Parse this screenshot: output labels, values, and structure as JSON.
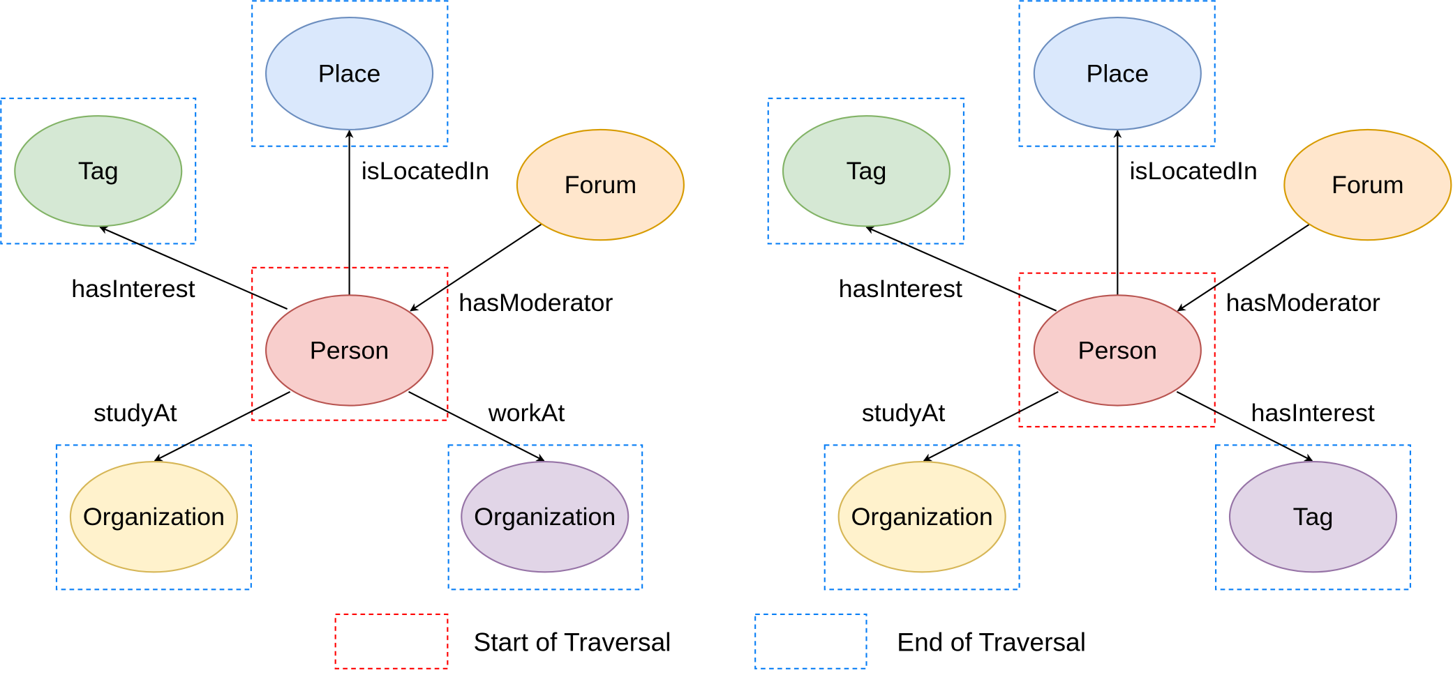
{
  "colors": {
    "start_frame": "#ff0000",
    "end_frame": "#0a7ff5",
    "edge": "#000000",
    "nodes": {
      "place": {
        "fill": "#dae8fc",
        "stroke": "#6c8ebf"
      },
      "tag": {
        "fill": "#d5e8d4",
        "stroke": "#82b366"
      },
      "forum": {
        "fill": "#ffe6cc",
        "stroke": "#d79b00"
      },
      "person": {
        "fill": "#f8cecc",
        "stroke": "#b85450"
      },
      "org": {
        "fill": "#fff2cc",
        "stroke": "#d6b656"
      },
      "purple": {
        "fill": "#e1d5e7",
        "stroke": "#9673a6"
      }
    }
  },
  "diagrams": [
    {
      "name": "left",
      "nodes": {
        "place": "Place",
        "tag": "Tag",
        "forum": "Forum",
        "person": "Person",
        "bottom_left": "Organization",
        "bottom_right": "Organization"
      },
      "edges": {
        "to_place": "isLocatedIn",
        "to_tag": "hasInterest",
        "from_forum": "hasModerator",
        "to_bottom_left": "studyAt",
        "to_bottom_right": "workAt"
      }
    },
    {
      "name": "right",
      "nodes": {
        "place": "Place",
        "tag": "Tag",
        "forum": "Forum",
        "person": "Person",
        "bottom_left": "Organization",
        "bottom_right": "Tag"
      },
      "edges": {
        "to_place": "isLocatedIn",
        "to_tag": "hasInterest",
        "from_forum": "hasModerator",
        "to_bottom_left": "studyAt",
        "to_bottom_right": "hasInterest"
      }
    }
  ],
  "legend": {
    "start": "Start of Traversal",
    "end": "End of Traversal"
  }
}
